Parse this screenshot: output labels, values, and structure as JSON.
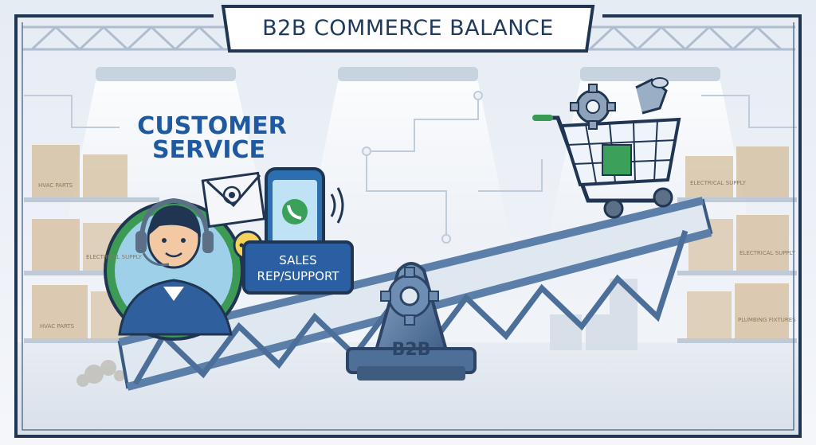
{
  "header": {
    "title": "B2B COMMERCE BALANCE"
  },
  "left": {
    "heading_line1": "CUSTOMER",
    "heading_line2": "SERVICE",
    "sign_line1": "SALES",
    "sign_line2": "REP/SUPPORT"
  },
  "fulcrum": {
    "label": "B2B"
  },
  "shelves": {
    "left_top": "HVAC PARTS",
    "left_mid": "ELECTRICAL SUPPLY",
    "left_bottom": "HVAC PARTS",
    "right_top": "ELECTRICAL SUPPLY",
    "right_mid": "ELECTRICAL SUPPLY",
    "right_bottom": "PLUMBING FIXTURES"
  },
  "colors": {
    "frame_dark": "#1f3552",
    "beam_blue": "#5b7fa8",
    "heading_blue": "#1f5aa0",
    "box_brown": "#d8c3a5",
    "panel_bg": "#e9eef5"
  },
  "icons": [
    "headset-agent-icon",
    "email-icon",
    "phone-icon",
    "chat-bubble-icon",
    "gear-icon",
    "shopping-cart-icon",
    "pipe-fitting-icon"
  ]
}
